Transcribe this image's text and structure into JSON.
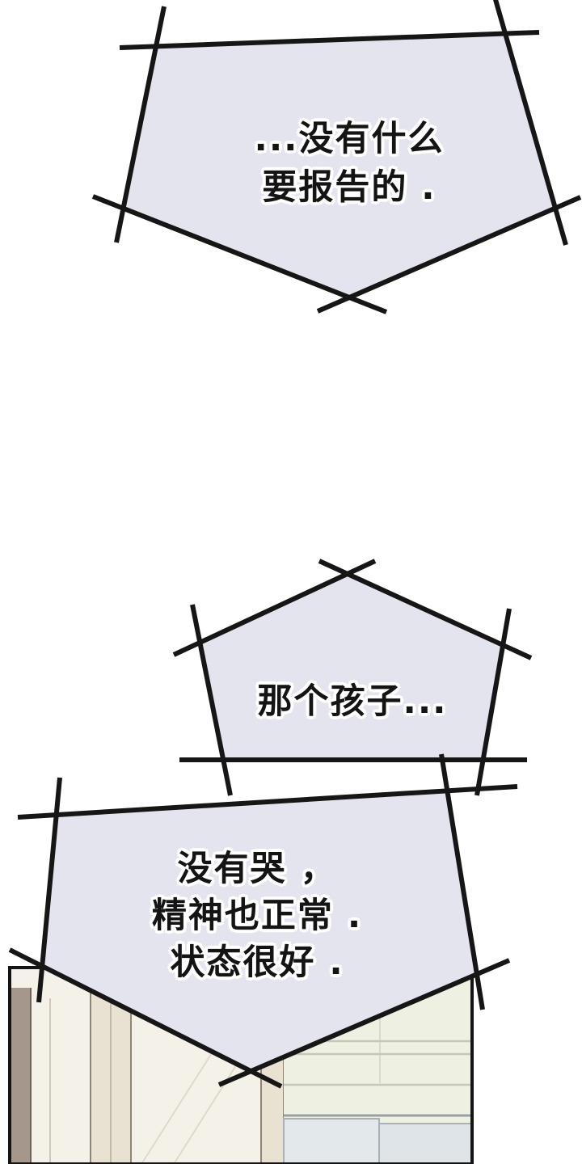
{
  "comic": {
    "bubbles": [
      {
        "name": "bubble-top",
        "lines": [
          "...没有什么",
          "要报告的 ."
        ]
      },
      {
        "name": "bubble-middle",
        "lines": [
          "那个孩子..."
        ]
      },
      {
        "name": "bubble-bottom",
        "lines": [
          "没有哭 ，",
          "精神也正常 .",
          "状态很好 ."
        ]
      }
    ]
  },
  "colors": {
    "page_background": "#ffffff",
    "bubble_fill": "#e4e4ef",
    "bubble_outline": "#161616",
    "text": "#141414"
  }
}
